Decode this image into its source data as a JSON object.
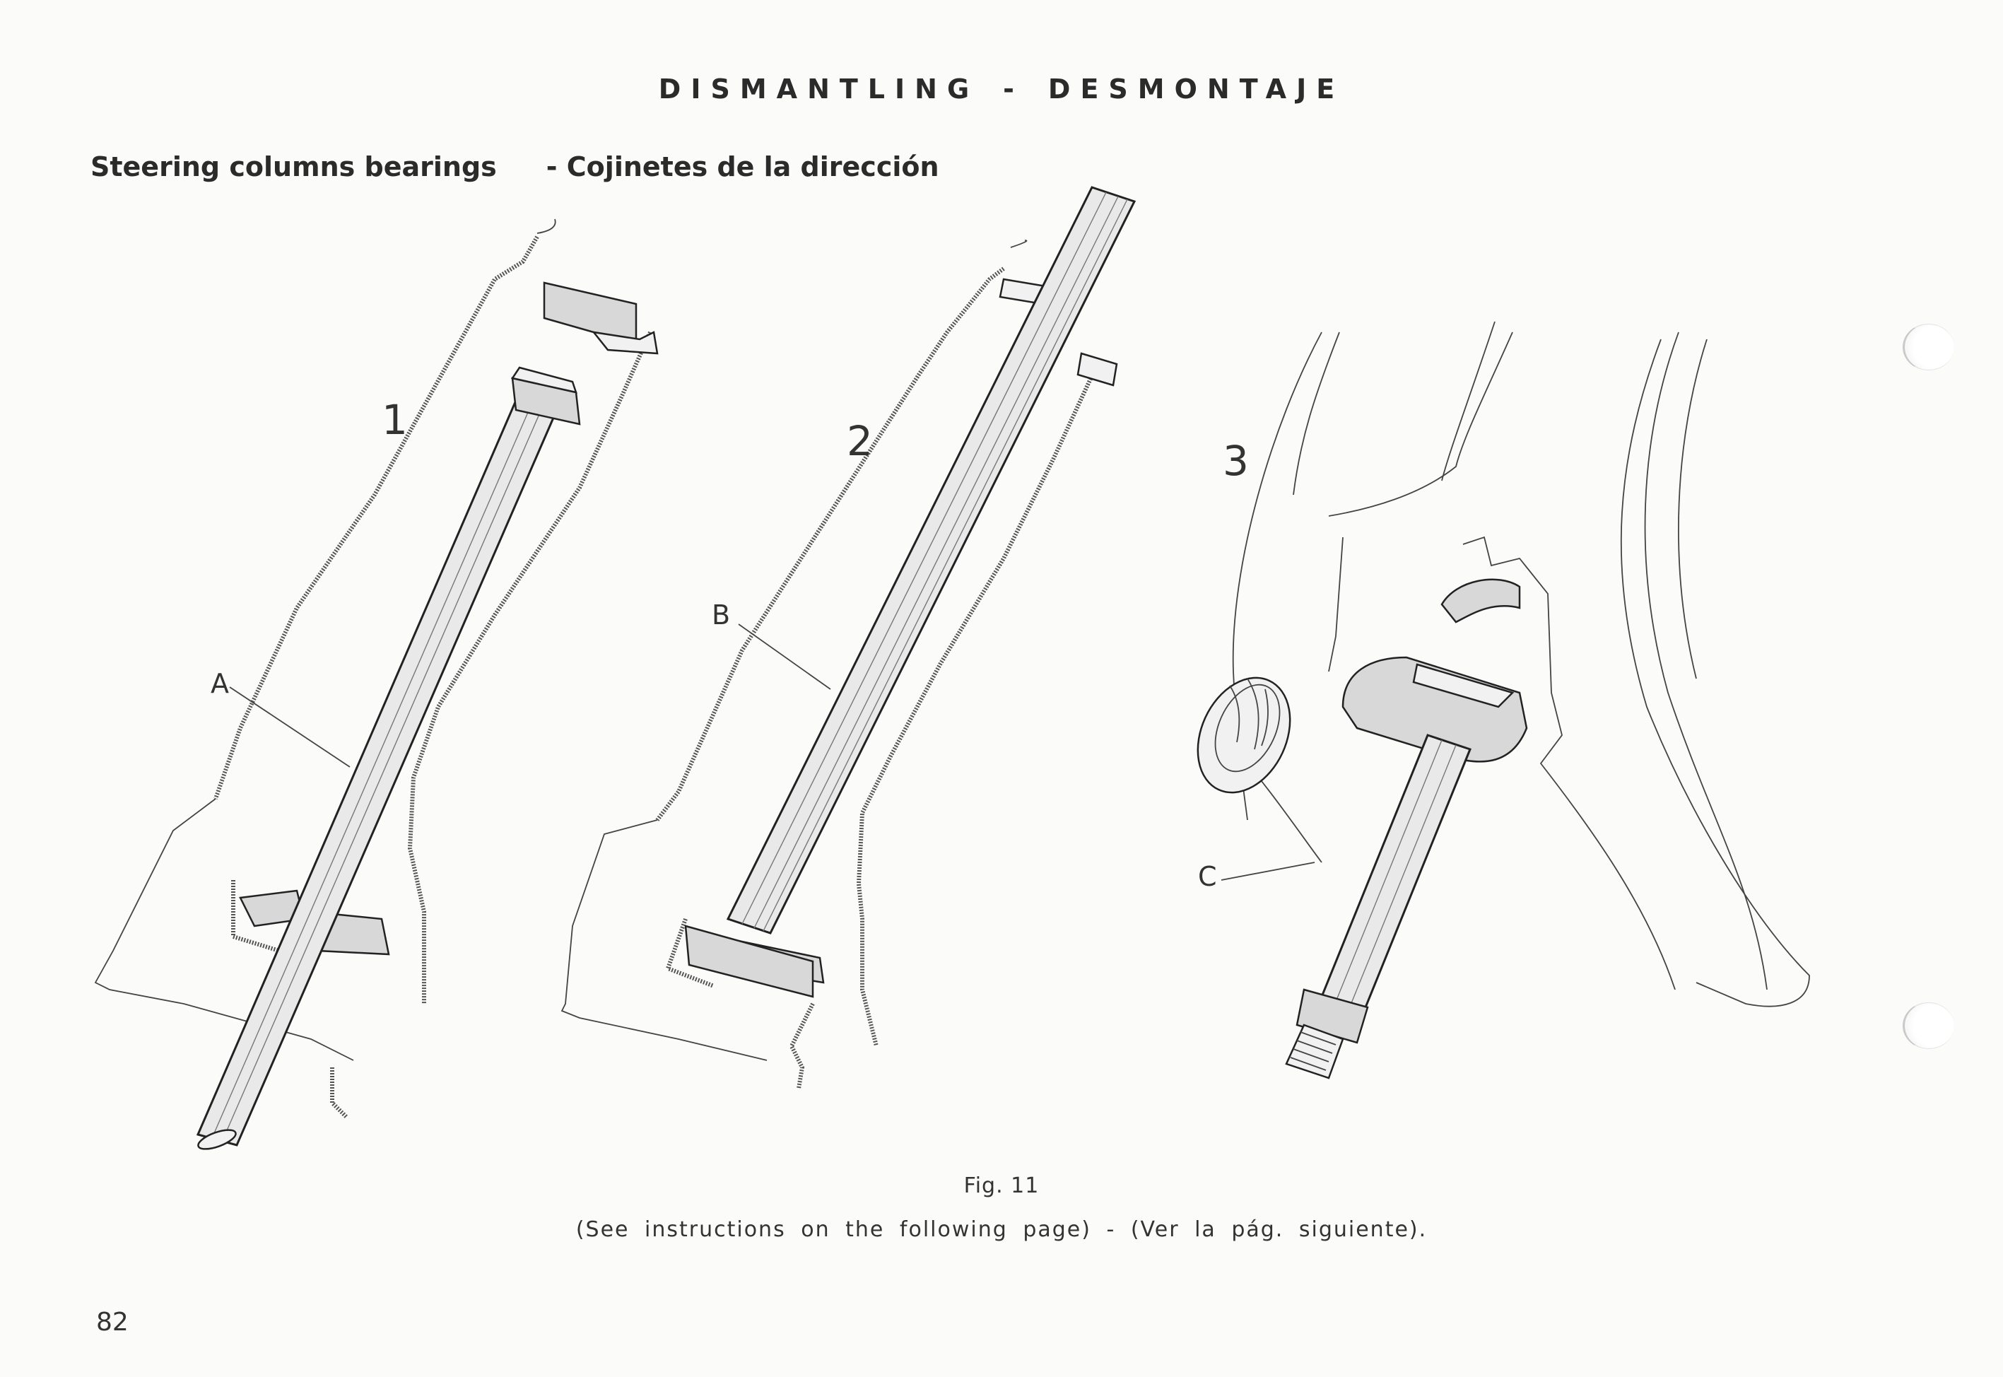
{
  "header": {
    "title_en": "DISMANTLING",
    "separator": "-",
    "title_es": "DESMONTAJE"
  },
  "section": {
    "title_en": "Steering columns bearings",
    "title_es": "- Cojinetes de la dirección"
  },
  "figures": [
    {
      "number": "1",
      "callout": "A"
    },
    {
      "number": "2",
      "callout": "B"
    },
    {
      "number": "3",
      "callout": "C"
    }
  ],
  "caption": {
    "figure_label": "Fig. 11",
    "note": "(See instructions on the following page)  -  (Ver la pág. siguiente)."
  },
  "page_number": "82"
}
